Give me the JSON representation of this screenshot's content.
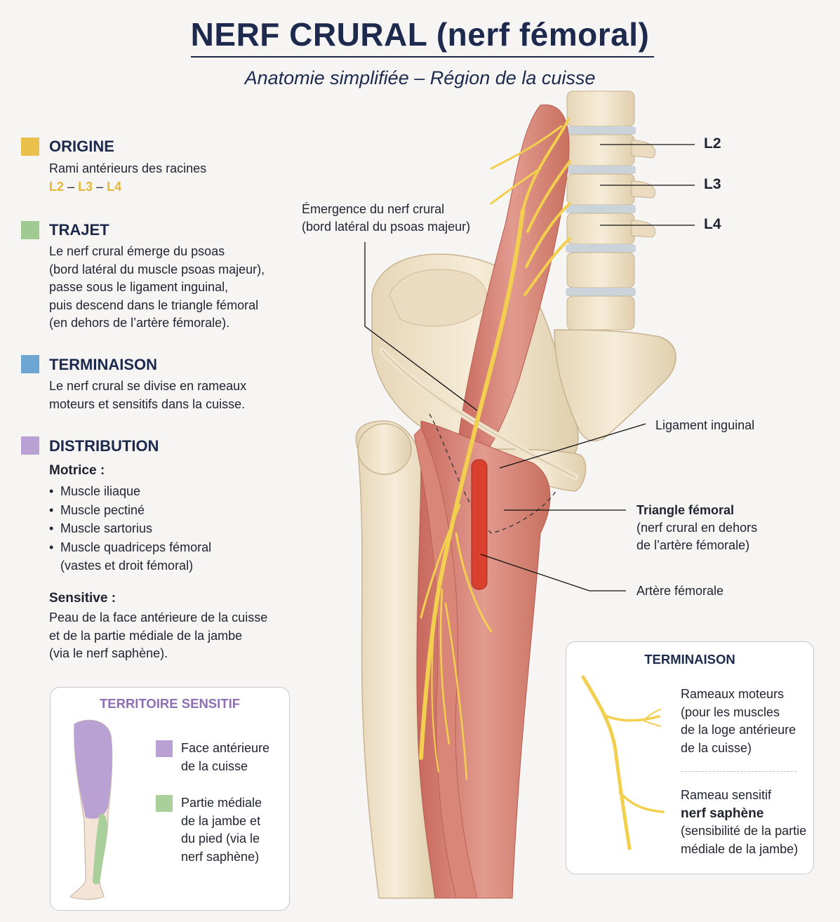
{
  "header": {
    "title": "NERF CRURAL (nerf fémoral)",
    "subtitle": "Anatomie simplifiée – Région de la cuisse"
  },
  "colors": {
    "origine": "#e8c04b",
    "trajet": "#9fcb92",
    "terminaison": "#6da5d3",
    "distribution": "#b9a2d3",
    "title": "#1d2a4d",
    "nerve": "#f2cf4f",
    "artery": "#d9412e"
  },
  "sections": {
    "origine": {
      "heading": "ORIGINE",
      "text": "Rami antérieurs des racines",
      "levels": [
        "L2",
        "L3",
        "L4"
      ],
      "separator": "–"
    },
    "trajet": {
      "heading": "TRAJET",
      "lines": [
        "Le nerf crural émerge du psoas",
        "(bord latéral du muscle psoas majeur),",
        "passe sous le ligament inguinal,",
        "puis descend dans le triangle fémoral",
        "(en dehors de l’artère fémorale)."
      ]
    },
    "terminaison": {
      "heading": "TERMINAISON",
      "lines": [
        "Le nerf crural se divise en rameaux",
        "moteurs et sensitifs dans la cuisse."
      ]
    },
    "distribution": {
      "heading": "DISTRIBUTION",
      "motrice_label": "Motrice :",
      "motrice_items": [
        "Muscle iliaque",
        "Muscle pectiné",
        "Muscle sartorius",
        "Muscle quadriceps fémoral"
      ],
      "motrice_note": "(vastes et droit fémoral)",
      "sensitive_label": "Sensitive :",
      "sensitive_lines": [
        "Peau de la face antérieure de la cuisse",
        "et de la partie médiale de la jambe",
        "(via le nerf saphène)."
      ]
    }
  },
  "territoire_box": {
    "title": "TERRITOIRE SENSITIF",
    "title_color": "#8e6fb5",
    "legend": [
      {
        "lines": [
          "Face antérieure",
          "de la cuisse"
        ],
        "color": "#b9a2d3"
      },
      {
        "lines": [
          "Partie médiale",
          "de la jambe et",
          "du pied (via le",
          "nerf saphène)"
        ],
        "color": "#a9cf9b"
      }
    ]
  },
  "terminaison_box": {
    "title": "TERMINAISON",
    "motor_lines": [
      "Rameaux moteurs",
      "(pour les muscles",
      "de la loge antérieure",
      "de la cuisse)"
    ],
    "sensory_intro": "Rameau sensitif",
    "sensory_name": "nerf saphène",
    "sensory_lines": [
      "(sensibilité de la partie",
      "médiale de la jambe)"
    ]
  },
  "labels": {
    "vertebrae": [
      "L2",
      "L3",
      "L4"
    ],
    "emergence": [
      "Émergence du nerf crural",
      "(bord latéral du psoas majeur)"
    ],
    "ligament": "Ligament inguinal",
    "triangle_title": "Triangle fémoral",
    "triangle_lines": [
      "(nerf crural en dehors",
      "de l’artère fémorale)"
    ],
    "artere": "Artère fémorale"
  }
}
